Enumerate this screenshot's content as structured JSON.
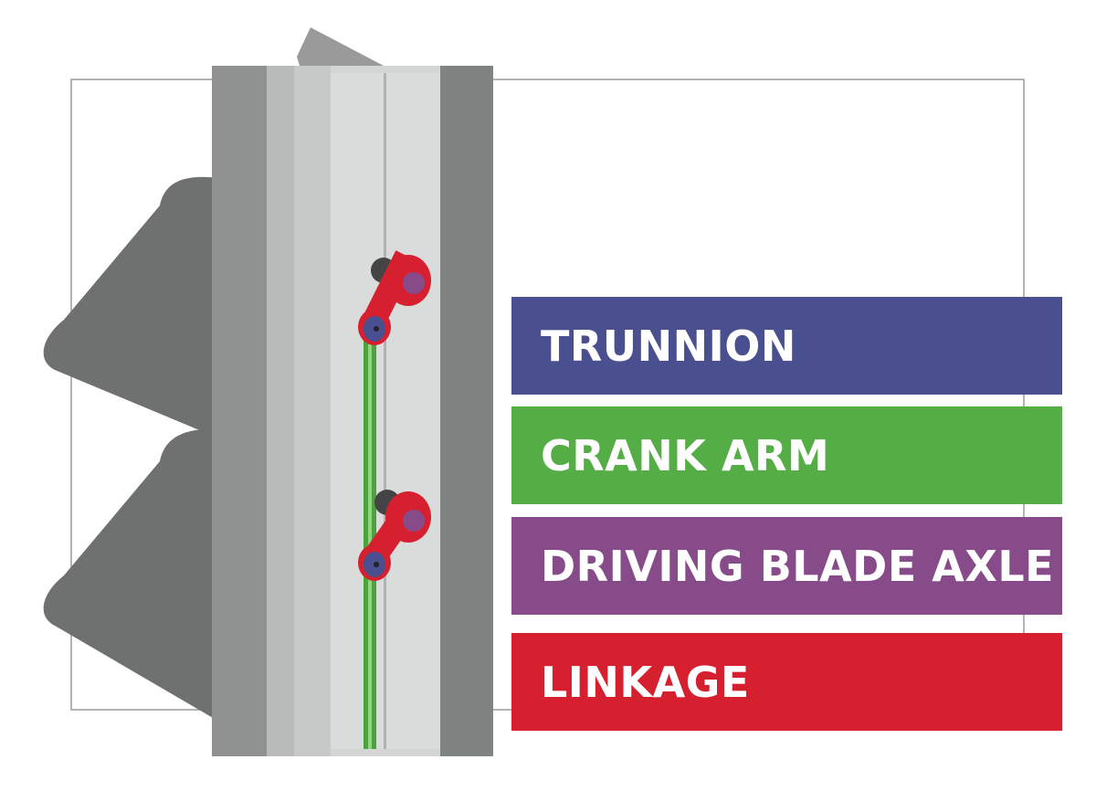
{
  "legend": [
    {
      "label": "TRUNNION",
      "color": "#4a4f8f"
    },
    {
      "label": "CRANK ARM",
      "color": "#55ad45"
    },
    {
      "label": "DRIVING BLADE AXLE",
      "color": "#874b8a"
    },
    {
      "label": "LINKAGE",
      "color": "#d62030"
    }
  ]
}
